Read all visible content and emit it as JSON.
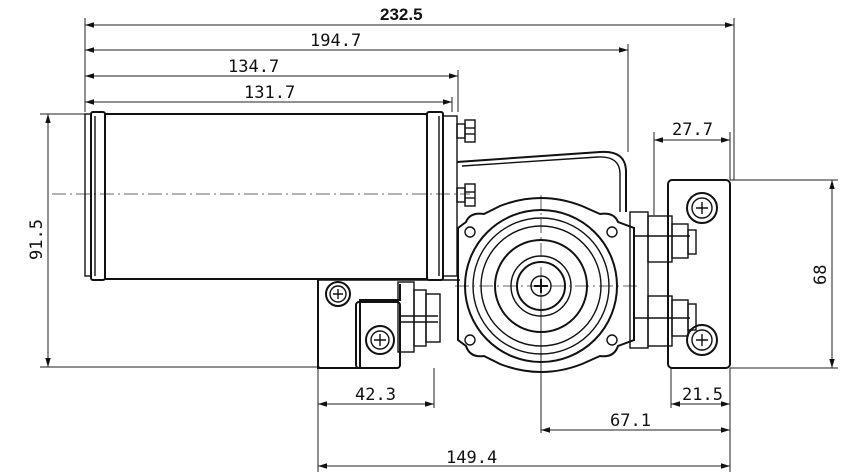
{
  "drawing": {
    "dimensions": {
      "overall_length": "232.5",
      "length_to_gearbox": "194.7",
      "motor_with_terminals": "134.7",
      "motor_body": "131.7",
      "height_total": "91.5",
      "bracket_width": "27.7",
      "bracket_height": "68",
      "left_mount_offset": "42.3",
      "right_mount_offset": "21.5",
      "shaft_to_right": "67.1",
      "mount_span": "149.4"
    }
  }
}
